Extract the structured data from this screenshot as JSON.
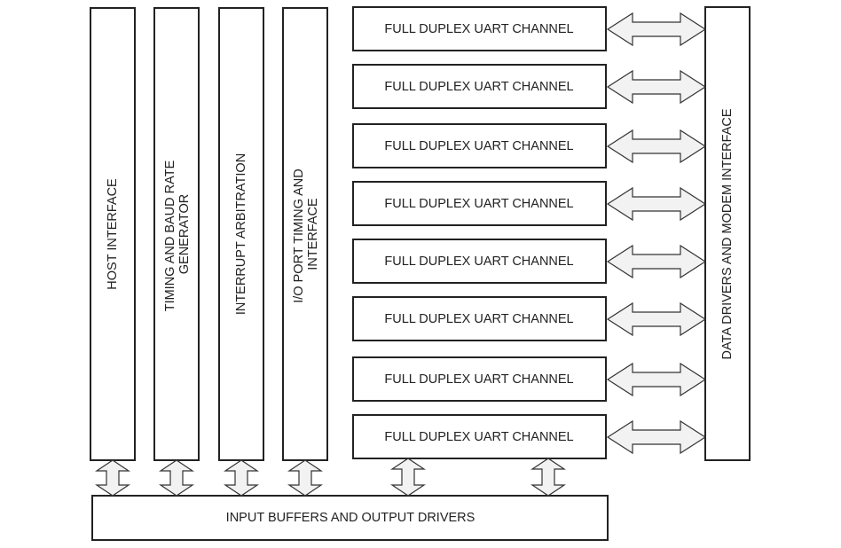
{
  "diagram": {
    "columns": [
      {
        "lines": [
          "HOST INTERFACE"
        ]
      },
      {
        "lines": [
          "TIMING AND BAUD RATE",
          "GENERATOR"
        ]
      },
      {
        "lines": [
          "INTERRUPT ARBITRATION"
        ]
      },
      {
        "lines": [
          "I/O PORT TIMING AND",
          "INTERFACE"
        ]
      }
    ],
    "channels": [
      "FULL DUPLEX UART CHANNEL",
      "FULL DUPLEX UART CHANNEL",
      "FULL DUPLEX UART CHANNEL",
      "FULL DUPLEX UART CHANNEL",
      "FULL DUPLEX UART CHANNEL",
      "FULL DUPLEX UART CHANNEL",
      "FULL DUPLEX UART CHANNEL",
      "FULL DUPLEX UART CHANNEL"
    ],
    "right_block": "DATA DRIVERS AND MODEM INTERFACE",
    "bottom_block": "INPUT BUFFERS AND OUTPUT DRIVERS"
  }
}
